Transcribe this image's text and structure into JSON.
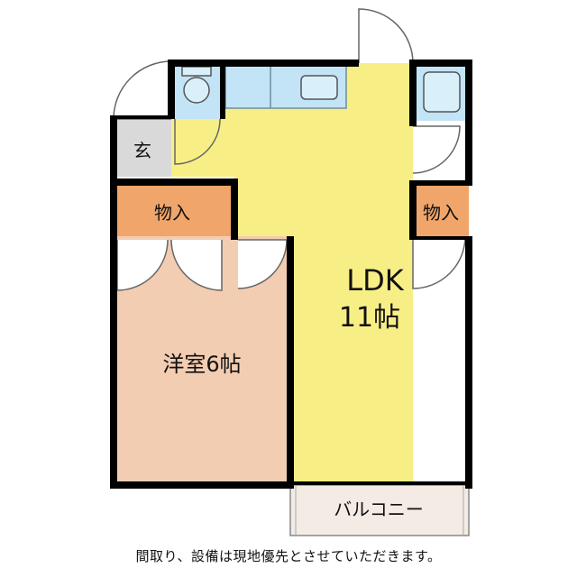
{
  "rooms": {
    "ldk_line1": "LDK",
    "ldk_line2": "11帖",
    "western_room": "洋室6帖",
    "storage_left": "物入",
    "storage_right": "物入",
    "entrance": "玄",
    "balcony": "バルコニー"
  },
  "footer_note": "間取り、設備は現地優先とさせていただきます。",
  "colors": {
    "ldk_fill": "#f7ef86",
    "western_fill": "#f2cdb2",
    "storage_fill": "#f0a56a",
    "entrance_fill": "#d9d9d9",
    "wet_area_fill": "#c2e4f6",
    "balcony_fill": "#f3ebe4",
    "wall": "#000000"
  }
}
